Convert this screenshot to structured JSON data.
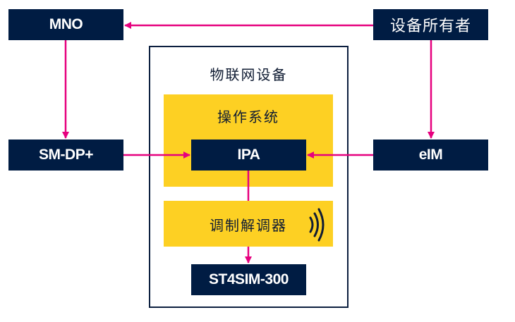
{
  "diagram": {
    "colors": {
      "dark_box": "#001c43",
      "yellow": "#fdd023",
      "arrow": "#e6007e",
      "frame": "#0c1f3f"
    },
    "nodes": {
      "mno": "MNO",
      "device_owner": "设备所有者",
      "iot_device": "物联网设备",
      "operating_system": "操作系统",
      "ipa": "IPA",
      "sm_dp_plus": "SM-DP+",
      "eim": "eIM",
      "modem": "调制解调器",
      "st4sim": "ST4SIM-300"
    },
    "icons": {
      "modem_signal": "wireless-signal-icon"
    },
    "connections": [
      {
        "from": "device_owner",
        "to": "mno"
      },
      {
        "from": "mno",
        "to": "sm_dp_plus"
      },
      {
        "from": "device_owner",
        "to": "eim"
      },
      {
        "from": "sm_dp_plus",
        "to": "ipa"
      },
      {
        "from": "eim",
        "to": "ipa"
      },
      {
        "from": "ipa",
        "to": "st4sim",
        "via": "modem"
      }
    ]
  }
}
